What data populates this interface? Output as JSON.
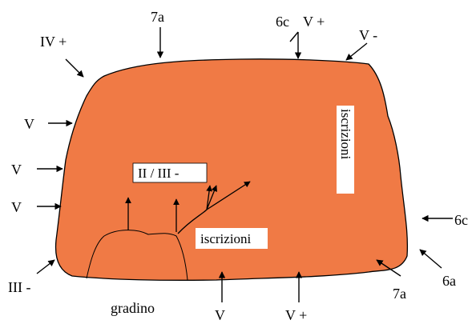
{
  "colors": {
    "rock_fill": "#F07A45",
    "outline": "#000000",
    "label_box": "#ffffff"
  },
  "grades": {
    "top_left": "IV +",
    "top_center": "7a",
    "top_right_a": "6c",
    "top_right_b": "V +",
    "top_far_right": "V -",
    "left_1": "V",
    "left_2": "V",
    "left_3": "V",
    "bottom_left": "III -",
    "bottom_1": "V",
    "bottom_2": "V +",
    "bottom_right": "7a",
    "right_1": "6c",
    "right_2": "6a",
    "inner_route": "II / III -"
  },
  "labels": {
    "inscriptions_vertical": "iscrizioni",
    "inscriptions_horizontal": "iscrizioni",
    "step": "gradino"
  }
}
